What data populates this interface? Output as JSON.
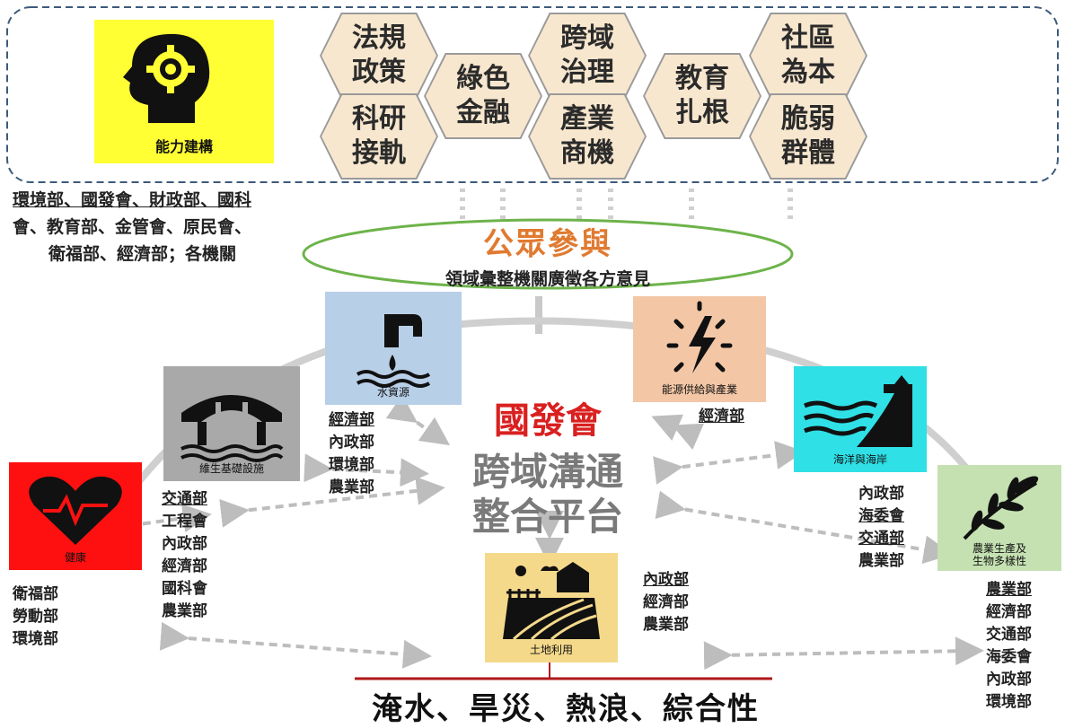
{
  "capacity": {
    "label": "能力建構",
    "hexagons": [
      "法規\n政策",
      "科研\n接軌",
      "綠色\n金融",
      "跨域\n治理",
      "產業\n商機",
      "教育\n扎根",
      "社區\n為本",
      "脆弱\n群體"
    ]
  },
  "participation_agencies": [
    "環境部、國發會、財政部、國科",
    "會、教育部、金管會、原民會、",
    "衛福部、經濟部；各機關"
  ],
  "public": {
    "title": "公眾參與",
    "subtitle": "領域彙整機關廣徵各方意見"
  },
  "center": {
    "org": "國發會",
    "line1": "跨域溝通",
    "line2": "整合平台"
  },
  "sectors": {
    "water": {
      "label": "水資源",
      "agencies": [
        "經濟部",
        "內政部",
        "環境部",
        "農業部"
      ]
    },
    "energy": {
      "label": "能源供給與產業",
      "agencies": [
        "經濟部"
      ]
    },
    "infra": {
      "label": "維生基礎設施",
      "agencies": [
        "交通部",
        "工程會",
        "內政部",
        "經濟部",
        "國科會",
        "農業部"
      ]
    },
    "ocean": {
      "label": "海洋與海岸",
      "agencies": [
        "內政部",
        "海委會",
        "交通部",
        "農業部"
      ]
    },
    "health": {
      "label": "健康",
      "agencies": [
        "衛福部",
        "勞動部",
        "環境部"
      ]
    },
    "agri": {
      "label": "農業生產及\n生物多樣性",
      "agencies": [
        "農業部",
        "經濟部",
        "交通部",
        "海委會",
        "內政部",
        "環境部"
      ]
    },
    "land": {
      "label": "土地利用",
      "agencies": [
        "內政部",
        "經濟部",
        "農業部"
      ]
    }
  },
  "bottom": "淹水、旱災、熱浪、綜合性",
  "colors": {
    "capacity": "#ffff33",
    "water": "#b8cfe8",
    "energy": "#f3c7a6",
    "infra": "#a9a9a9",
    "ocean": "#2fe0e6",
    "health": "#ff1010",
    "agri": "#c5e1b2",
    "land": "#f5d98b",
    "title_red": "#d92020",
    "public_orange": "#e07a30",
    "ellipse_green": "#6db34a"
  }
}
